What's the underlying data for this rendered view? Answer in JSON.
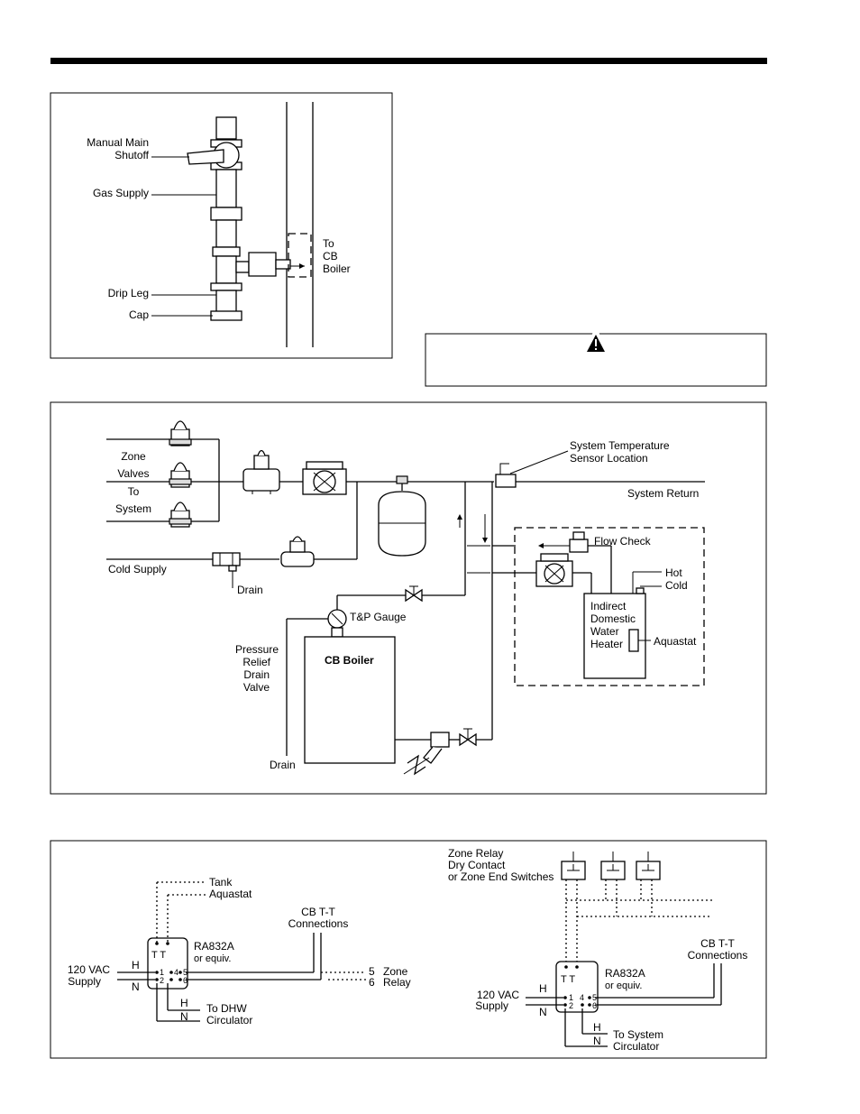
{
  "gas_figure": {
    "manual_main_1": "Manual Main",
    "manual_main_2": "Shutoff",
    "gas_supply": "Gas Supply",
    "to_1": "To",
    "to_2": "CB",
    "to_3": "Boiler",
    "drip_leg": "Drip Leg",
    "cap": "Cap"
  },
  "caution_box": {
    "icon": "warning-triangle-icon"
  },
  "piping": {
    "zone_1": "Zone",
    "zone_2": "Valves",
    "zone_3": "To",
    "zone_4": "System",
    "cold_supply": "Cold Supply",
    "drain_top": "Drain",
    "sys_temp_1": "System Temperature",
    "sys_temp_2": "Sensor Location",
    "system_return": "System Return",
    "flow_check": "Flow Check",
    "hot": "Hot",
    "cold": "Cold",
    "idwh_1": "Indirect",
    "idwh_2": "Domestic",
    "idwh_3": "Water",
    "idwh_4": "Heater",
    "aquastat": "Aquastat",
    "tp_gauge": "T&P Gauge",
    "prv_1": "Pressure",
    "prv_2": "Relief",
    "prv_3": "Drain",
    "prv_4": "Valve",
    "cb_boiler": "CB Boiler",
    "drain_bottom": "Drain"
  },
  "wiring_left": {
    "tank_1": "Tank",
    "tank_2": "Aquastat",
    "cbtt_1": "CB T-T",
    "cbtt_2": "Connections",
    "tt": "T T",
    "relay_1": "RA832A",
    "relay_2": "or equiv.",
    "vac_1": "120 VAC",
    "vac_2": "Supply",
    "h": "H",
    "n": "N",
    "t1": "1",
    "t2": "2",
    "t4": "4",
    "t5": "5",
    "t6": "6",
    "h2": "H",
    "n2": "N",
    "dhw_1": "To DHW",
    "dhw_2": "Circulator",
    "z5": "5",
    "z6": "6",
    "zone": "Zone",
    "relay": "Relay"
  },
  "wiring_right": {
    "zr_1": "Zone Relay",
    "zr_2": "Dry Contact",
    "zr_3": "or Zone End Switches",
    "cbtt_1": "CB T-T",
    "cbtt_2": "Connections",
    "tt": "T T",
    "relay_1": "RA832A",
    "relay_2": "or equiv.",
    "vac_1": "120 VAC",
    "vac_2": "Supply",
    "h": "H",
    "n": "N",
    "t1": "1",
    "t2": "2",
    "t4": "4",
    "t5": "5",
    "t6": "6",
    "h2": "H",
    "n2": "N",
    "sc_1": "To System",
    "sc_2": "Circulator"
  }
}
